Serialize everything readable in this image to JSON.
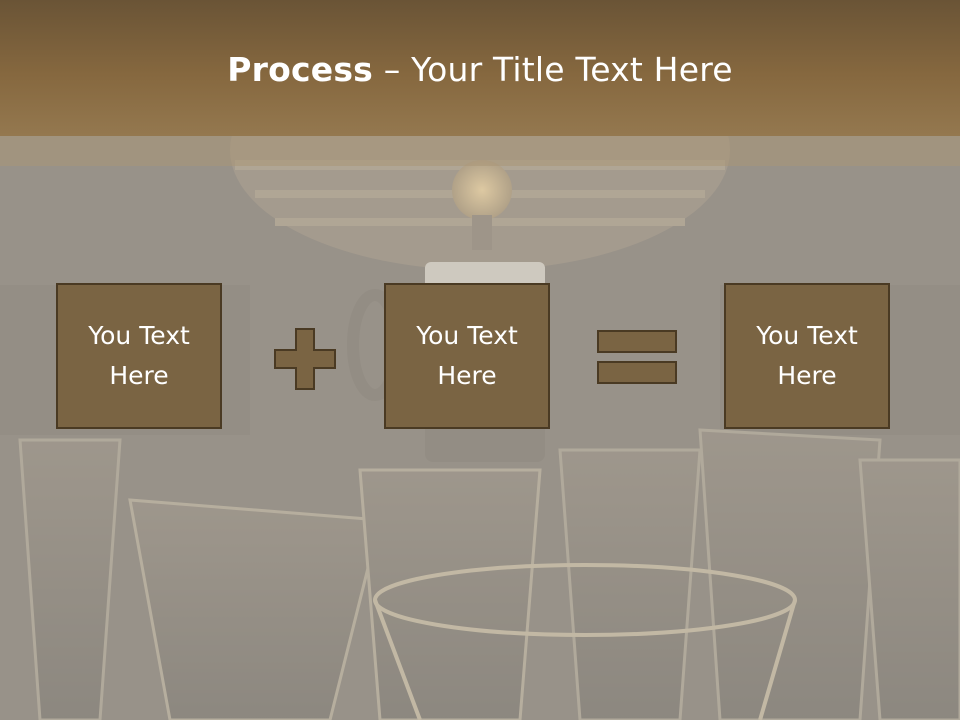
{
  "title": {
    "bold": "Process",
    "rest": " – Your Title Text Here"
  },
  "process": {
    "boxes": [
      {
        "text": "You Text Here"
      },
      {
        "text": "You Text Here"
      },
      {
        "text": "You Text Here"
      }
    ],
    "operators": [
      "plus-icon",
      "equals-icon"
    ]
  },
  "colors": {
    "title_band": "#86683f",
    "box_fill": "#7a6443",
    "box_border": "#4a3a23",
    "text": "#ffffff"
  }
}
